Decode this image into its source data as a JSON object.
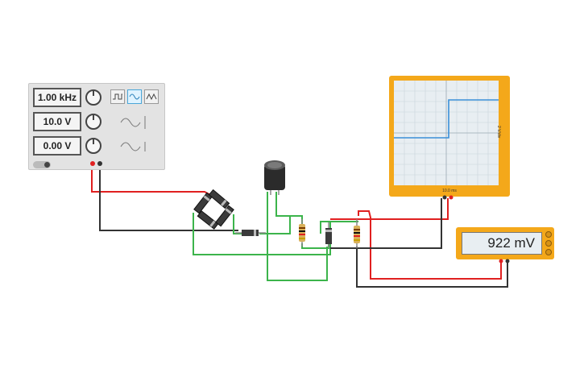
{
  "function_generator": {
    "frequency": "1.00 kHz",
    "amplitude": "10.0 V",
    "dc_offset": "0.00 V",
    "waveforms": [
      "square-wave-icon",
      "sine-wave-icon",
      "triangle-wave-icon"
    ],
    "selected_waveform": "sine"
  },
  "oscilloscope": {
    "x_label": "10.0 ms",
    "y_label": "2 V/div"
  },
  "multimeter": {
    "reading": "922 mV"
  },
  "colors": {
    "wire_red": "#e02020",
    "wire_black": "#333333",
    "wire_green": "#3cb44b",
    "instrument_orange": "#f4a81a",
    "trace_blue": "#3a8fd8"
  }
}
